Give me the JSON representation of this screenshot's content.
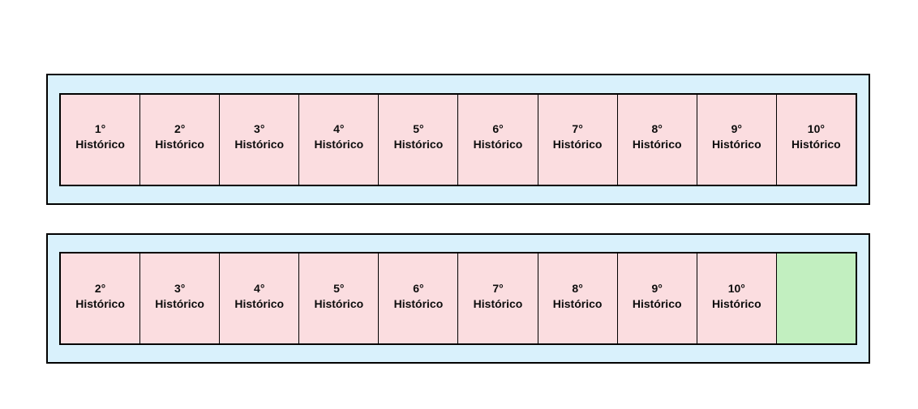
{
  "diagram": {
    "description": "Two rows of historic slots; bottom row shifted left by one with an empty slot at the end",
    "colors": {
      "page_bg": "#ffffff",
      "container_bg": "#d9f1fc",
      "container_border": "#000000",
      "cell_bg": "#fbdde0",
      "cell_border": "#000000",
      "empty_cell_bg": "#c2efc0",
      "text": "#0d0d0d"
    }
  },
  "rows": [
    {
      "name": "historic-row-before",
      "cells": [
        {
          "line1": "1°",
          "line2": "Histórico"
        },
        {
          "line1": "2°",
          "line2": "Histórico"
        },
        {
          "line1": "3°",
          "line2": "Histórico"
        },
        {
          "line1": "4°",
          "line2": "Histórico"
        },
        {
          "line1": "5°",
          "line2": "Histórico"
        },
        {
          "line1": "6°",
          "line2": "Histórico"
        },
        {
          "line1": "7°",
          "line2": "Histórico"
        },
        {
          "line1": "8°",
          "line2": "Histórico"
        },
        {
          "line1": "9°",
          "line2": "Histórico"
        },
        {
          "line1": "10°",
          "line2": "Histórico"
        }
      ]
    },
    {
      "name": "historic-row-after-shift",
      "cells": [
        {
          "line1": "2°",
          "line2": "Histórico"
        },
        {
          "line1": "3°",
          "line2": "Histórico"
        },
        {
          "line1": "4°",
          "line2": "Histórico"
        },
        {
          "line1": "5°",
          "line2": "Histórico"
        },
        {
          "line1": "6°",
          "line2": "Histórico"
        },
        {
          "line1": "7°",
          "line2": "Histórico"
        },
        {
          "line1": "8°",
          "line2": "Histórico"
        },
        {
          "line1": "9°",
          "line2": "Histórico"
        },
        {
          "line1": "10°",
          "line2": "Histórico"
        },
        {
          "line1": "",
          "line2": "",
          "empty": true
        }
      ]
    }
  ]
}
